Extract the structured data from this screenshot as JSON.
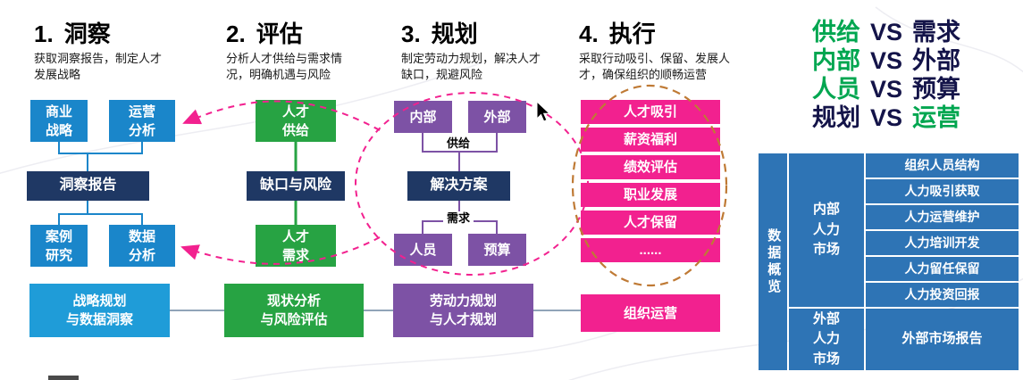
{
  "colors": {
    "blue": "#1a86ca",
    "blue_light": "#1f9cd8",
    "navy": "#1f3864",
    "green": "#27a343",
    "purple": "#7d52a5",
    "pink": "#f2218f",
    "table_blue": "#2e74b5",
    "vs_green": "#00a650",
    "vs_dark": "#141449",
    "ellipse_orange": "#bf7a35",
    "connector_gray": "#90a4b8"
  },
  "steps": [
    {
      "number": "1.",
      "title": "洞察",
      "desc": "获取洞察报告，制定人才发展战略"
    },
    {
      "number": "2.",
      "title": "评估",
      "desc": "分析人才供给与需求情况，明确机遇与风险"
    },
    {
      "number": "3.",
      "title": "规划",
      "desc": "制定劳动力规划，解决人才缺口，规避风险"
    },
    {
      "number": "4.",
      "title": "执行",
      "desc": "采取行动吸引、保留、发展人才，确保组织的顺畅运营"
    }
  ],
  "insight": {
    "business_strategy": "商业\n战略",
    "operation_analysis": "运营\n分析",
    "insight_report": "洞察报告",
    "case_study": "案例\n研究",
    "data_analysis": "数据\n分析",
    "footer": "战略规划\n与数据洞察"
  },
  "assessment": {
    "talent_supply": "人才\n供给",
    "gap_risk": "缺口与风险",
    "talent_demand": "人才\n需求",
    "footer": "现状分析\n与风险评估"
  },
  "planning": {
    "internal": "内部",
    "external": "外部",
    "supply_label": "供给",
    "solution": "解决方案",
    "demand_label": "需求",
    "personnel": "人员",
    "budget": "预算",
    "footer": "劳动力规划\n与人才规划"
  },
  "execution": {
    "items": [
      "人才吸引",
      "薪资福利",
      "绩效评估",
      "职业发展",
      "人才保留",
      "......"
    ],
    "footer": "组织运营"
  },
  "vs_block": {
    "rows": [
      {
        "left": "供给",
        "vs": "VS",
        "right": "需求"
      },
      {
        "left": "内部",
        "vs": "VS",
        "right": "外部"
      },
      {
        "left": "人员",
        "vs": "VS",
        "right": "预算"
      },
      {
        "left": "规划",
        "vs": "VS",
        "right": "运营"
      }
    ]
  },
  "table": {
    "vertical_header": "数据概览",
    "sections": [
      {
        "label": "内部\n人力\n市场",
        "rows": [
          "组织人员结构",
          "人力吸引获取",
          "人力运营维护",
          "人力培训开发",
          "人力留任保留",
          "人力投资回报"
        ]
      },
      {
        "label": "外部\n人力\n市场",
        "rows": [
          "外部市场报告"
        ]
      }
    ]
  }
}
